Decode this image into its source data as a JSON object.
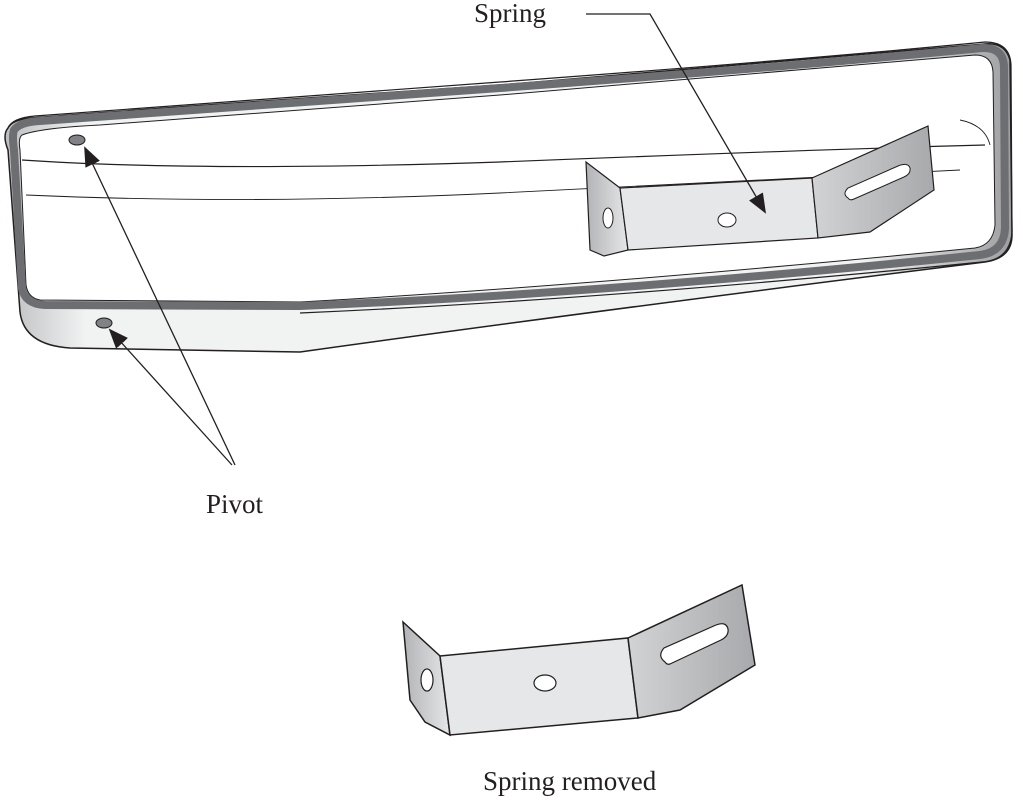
{
  "labels": {
    "spring": "Spring",
    "pivot": "Pivot",
    "spring_removed": "Spring removed"
  },
  "colors": {
    "outline": "#231f20",
    "rim": "#6d6e71",
    "metal_light": "#e8e9ea",
    "metal_mid": "#c9cacc",
    "metal_dark": "#a7a9ac",
    "pivot_hole": "#808285"
  }
}
